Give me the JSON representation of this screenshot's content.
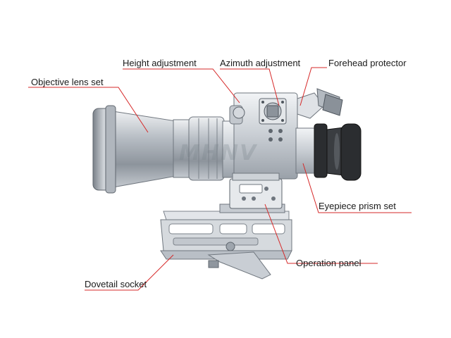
{
  "labels": {
    "height_adjustment": "Height adjustment",
    "azimuth_adjustment": "Azimuth adjustment",
    "forehead_protector": "Forehead protector",
    "objective_lens_set": "Objective lens set",
    "eyepiece_prism_set": "Eyepiece prism set",
    "operation_panel": "Operation panel",
    "dovetail_socket": "Dovetail socket"
  },
  "watermark": "MHNV",
  "colors": {
    "leader_line": "#d62828",
    "metal_light": "#d9dde2",
    "metal_mid": "#a9b0b8",
    "metal_dark": "#6d747c",
    "eyecup": "#2b2d30"
  }
}
